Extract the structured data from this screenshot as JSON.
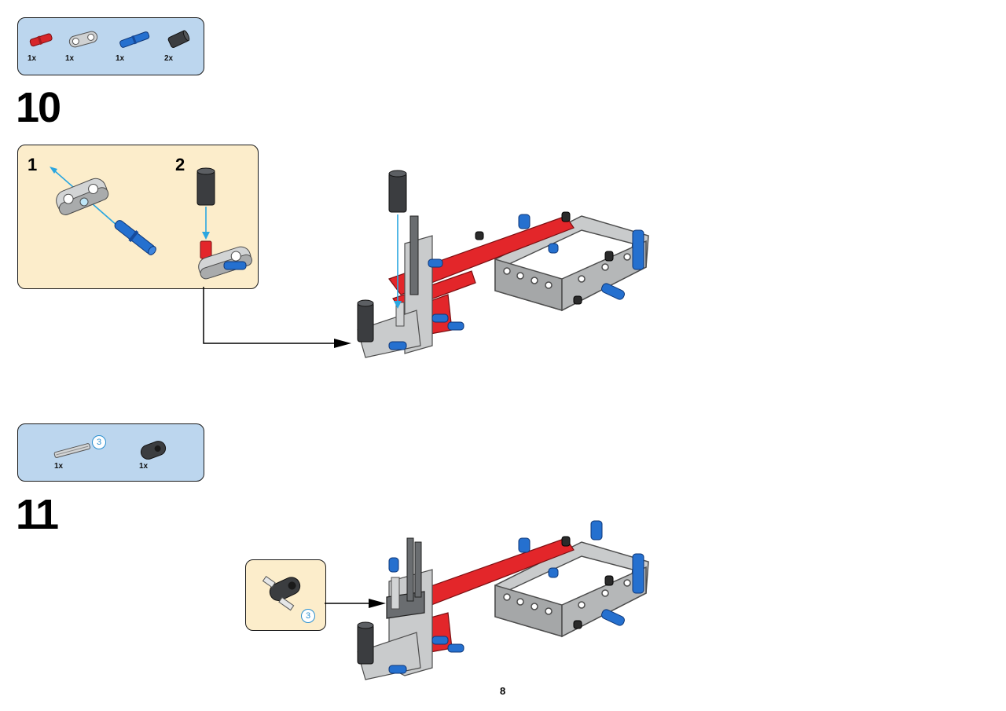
{
  "page": {
    "number": "8"
  },
  "step10": {
    "number": "10",
    "parts": [
      {
        "name": "red-axle-pin",
        "qty": "1x"
      },
      {
        "name": "light-gray-double-connector",
        "qty": "1x"
      },
      {
        "name": "blue-axle-pin",
        "qty": "1x"
      },
      {
        "name": "dark-gray-bushing",
        "qty": "2x"
      }
    ],
    "substeps": [
      {
        "number": "1"
      },
      {
        "number": "2"
      }
    ]
  },
  "step11": {
    "number": "11",
    "parts": [
      {
        "name": "light-gray-axle",
        "qty": "1x",
        "length": "3"
      },
      {
        "name": "dark-gray-connector",
        "qty": "1x"
      }
    ],
    "callout": {
      "badge": "3"
    }
  },
  "colors": {
    "parts_box": "#bcd6ee",
    "substep_box": "#fcedcb",
    "red": "#e3262a",
    "blue": "#1f63c4",
    "light_gray": "#c9cbcc",
    "dark_gray": "#3a3c3e",
    "arrow_blue": "#2aa6e0"
  }
}
